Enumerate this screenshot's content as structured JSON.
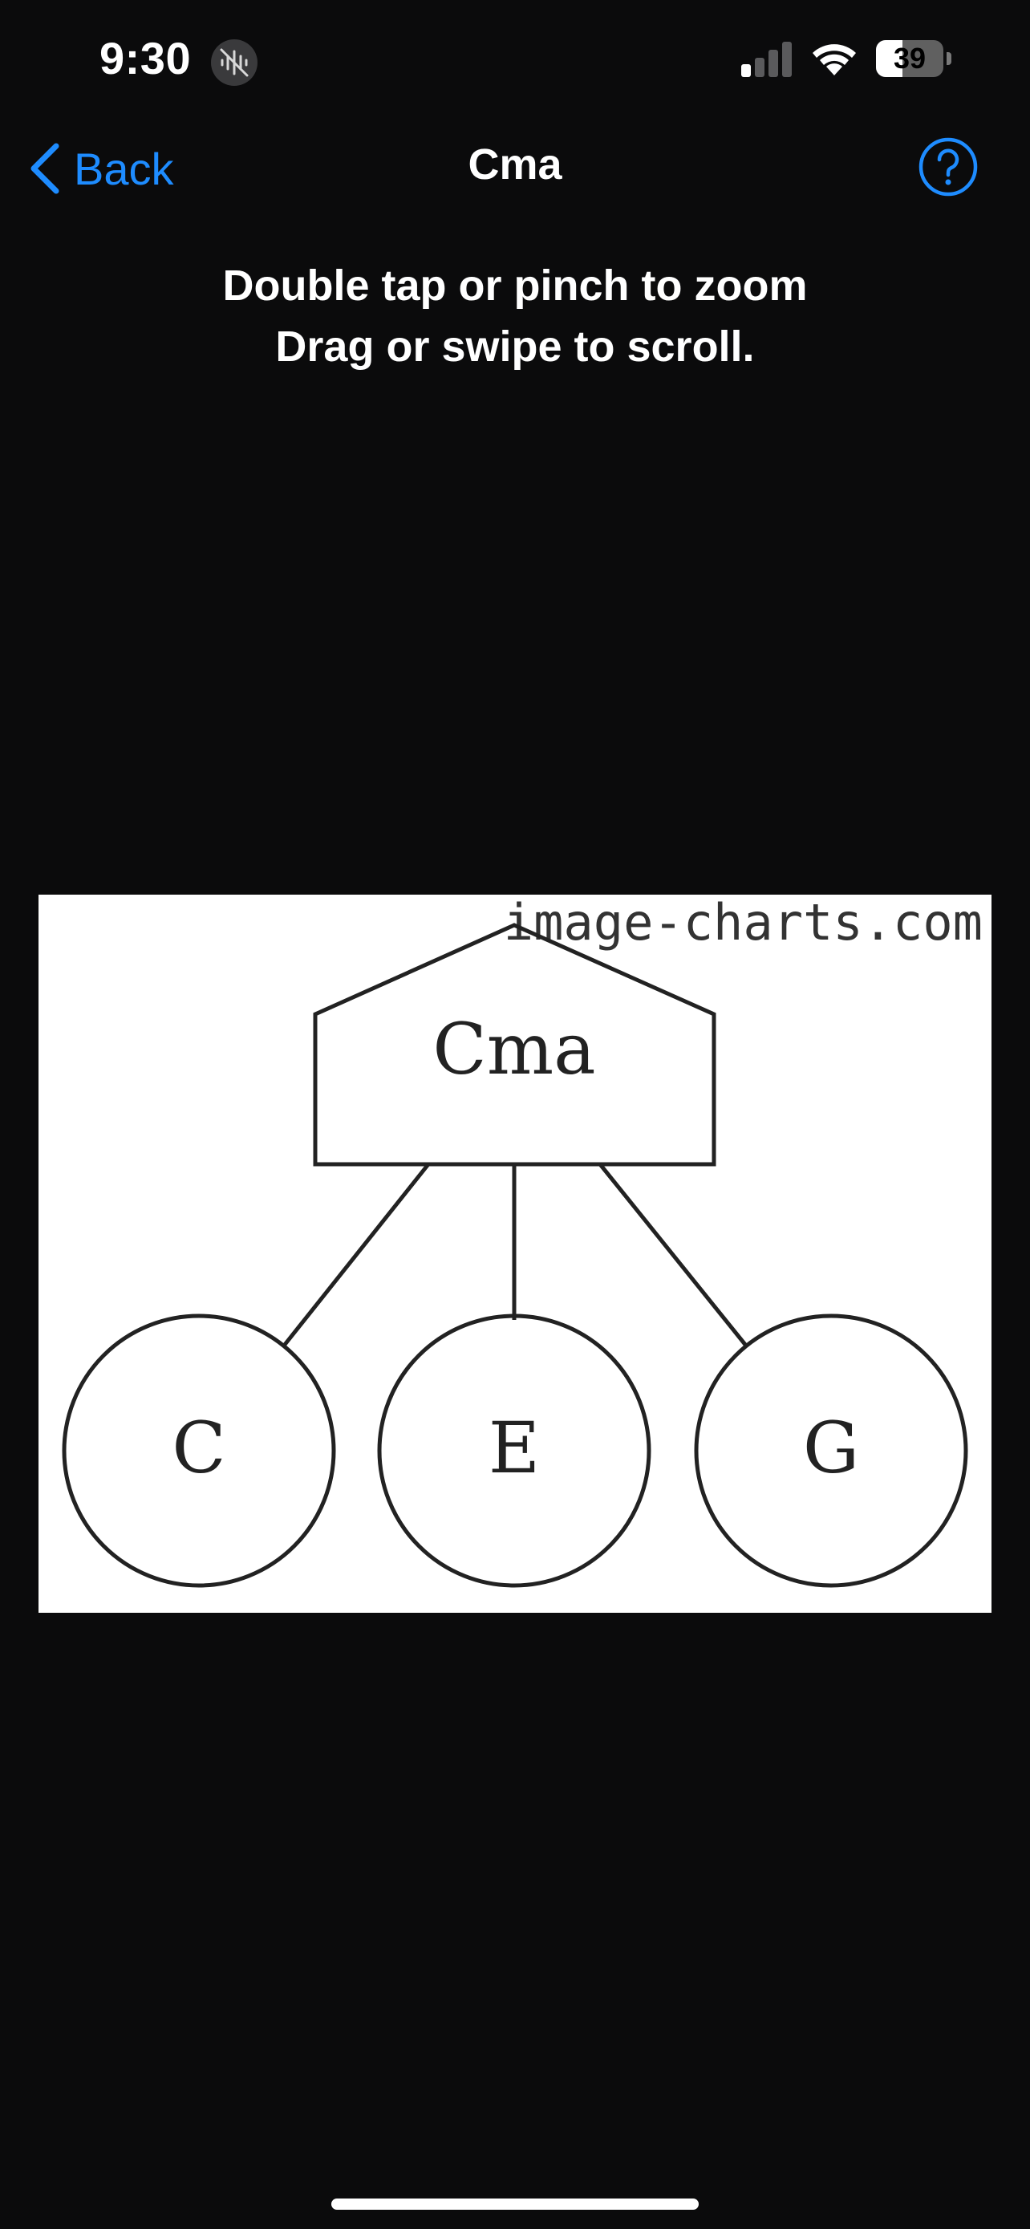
{
  "status_bar": {
    "time": "9:30",
    "battery_level": "39",
    "battery_fraction": 0.39,
    "focus_icon": "focus-mode-icon",
    "signal_icon": "cellular-signal-icon",
    "wifi_icon": "wifi-icon"
  },
  "nav": {
    "back_label": "Back",
    "title": "Cma",
    "back_icon": "chevron-left-icon",
    "help_icon": "question-circle-icon",
    "accent_color": "#1e8cff"
  },
  "instructions": {
    "line1": "Double tap or pinch to zoom",
    "line2": "Drag or swipe to scroll."
  },
  "diagram": {
    "watermark": "image-charts.com",
    "root": "Cma",
    "children": [
      "C",
      "E",
      "G"
    ]
  },
  "colors": {
    "background": "#0b0b0c",
    "text": "#ffffff"
  }
}
